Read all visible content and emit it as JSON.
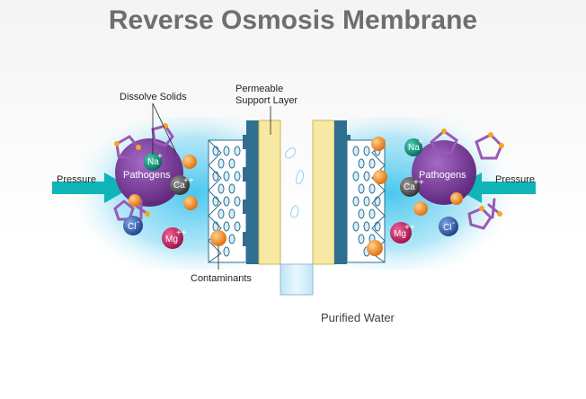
{
  "title": "Reverse Osmosis Membrane",
  "labels": {
    "dissolve_solids": "Dissolve Solids",
    "permeable_line1": "Permeable",
    "permeable_line2": "Support Layer",
    "pressure_left": "Pressure",
    "pressure_right": "Pressure",
    "contaminants": "Contaminants",
    "purified_water": "Purified Water"
  },
  "pathogens": {
    "left": "Pathogens",
    "right": "Pathogens"
  },
  "ions": {
    "na": "Na",
    "na_charge": "+",
    "ca": "Ca",
    "ca_charge": "++",
    "cl": "Cl",
    "cl_charge": "-",
    "mg": "Mg",
    "mg_charge": "++"
  },
  "colors": {
    "title": "#6d6e71",
    "water_glow": "#3fc4ee",
    "pathogen": "#7b3f98",
    "arrow": "#0fb5b7",
    "support_layer": "#f7e9a3",
    "membrane_blue": "#2f6f8f",
    "contaminant": "#f58220",
    "na": "#00897b",
    "ca": "#4d4d4d",
    "cl": "#2e5aa8",
    "mg": "#c2185b"
  }
}
